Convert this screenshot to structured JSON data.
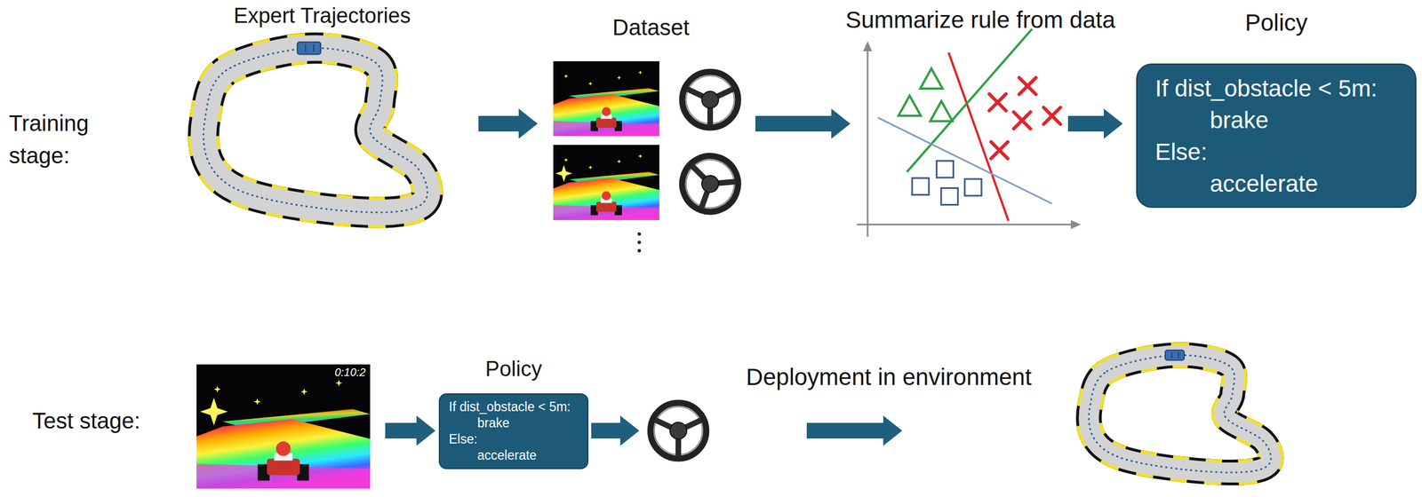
{
  "diagram": {
    "nodes": [
      {
        "text": [
          "Policy",
          "If dist_obstacle < 5m:",
          "brake",
          "Else:",
          "accelerate"
        ]
      },
      {
        "text": [
          "Policy",
          "If dist_obstacle < 5m:",
          "brake",
          "Else:",
          "accelerate"
        ]
      }
    ],
    "labels": [
      "Training stage:",
      "Expert Trajectories",
      "Dataset",
      "Summarize rule from data",
      "Test stage:",
      "0:10:2",
      "Deployment in environment"
    ]
  }
}
